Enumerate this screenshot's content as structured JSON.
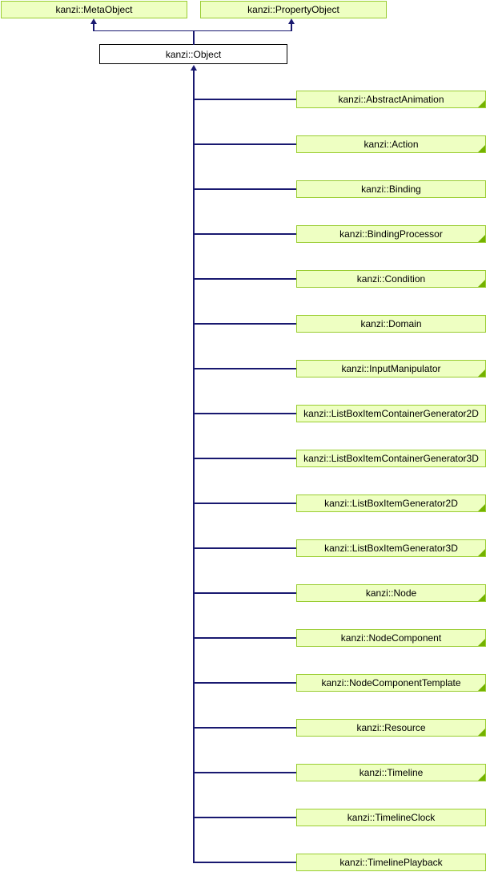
{
  "diagram": {
    "type": "class-inheritance-graph",
    "parents": [
      {
        "label": "kanzi::MetaObject"
      },
      {
        "label": "kanzi::PropertyObject"
      }
    ],
    "root": {
      "label": "kanzi::Object"
    },
    "children": [
      {
        "label": "kanzi::AbstractAnimation",
        "has_derived_marker": true
      },
      {
        "label": "kanzi::Action",
        "has_derived_marker": true
      },
      {
        "label": "kanzi::Binding",
        "has_derived_marker": false
      },
      {
        "label": "kanzi::BindingProcessor",
        "has_derived_marker": true
      },
      {
        "label": "kanzi::Condition",
        "has_derived_marker": true
      },
      {
        "label": "kanzi::Domain",
        "has_derived_marker": false
      },
      {
        "label": "kanzi::InputManipulator",
        "has_derived_marker": true
      },
      {
        "label": "kanzi::ListBoxItemContainerGenerator2D",
        "has_derived_marker": false
      },
      {
        "label": "kanzi::ListBoxItemContainerGenerator3D",
        "has_derived_marker": false
      },
      {
        "label": "kanzi::ListBoxItemGenerator2D",
        "has_derived_marker": true
      },
      {
        "label": "kanzi::ListBoxItemGenerator3D",
        "has_derived_marker": true
      },
      {
        "label": "kanzi::Node",
        "has_derived_marker": true
      },
      {
        "label": "kanzi::NodeComponent",
        "has_derived_marker": true
      },
      {
        "label": "kanzi::NodeComponentTemplate",
        "has_derived_marker": true
      },
      {
        "label": "kanzi::Resource",
        "has_derived_marker": true
      },
      {
        "label": "kanzi::Timeline",
        "has_derived_marker": true
      },
      {
        "label": "kanzi::TimelineClock",
        "has_derived_marker": false
      },
      {
        "label": "kanzi::TimelinePlayback",
        "has_derived_marker": false
      }
    ],
    "colors": {
      "node_fill": "#EEFFC2",
      "node_border": "#9ACD32",
      "fold_marker": "#74B200",
      "edge": "#191970",
      "root_fill": "#FFFFFF",
      "root_border": "#000000",
      "text": "#000000",
      "background": "#FFFFFF"
    }
  }
}
